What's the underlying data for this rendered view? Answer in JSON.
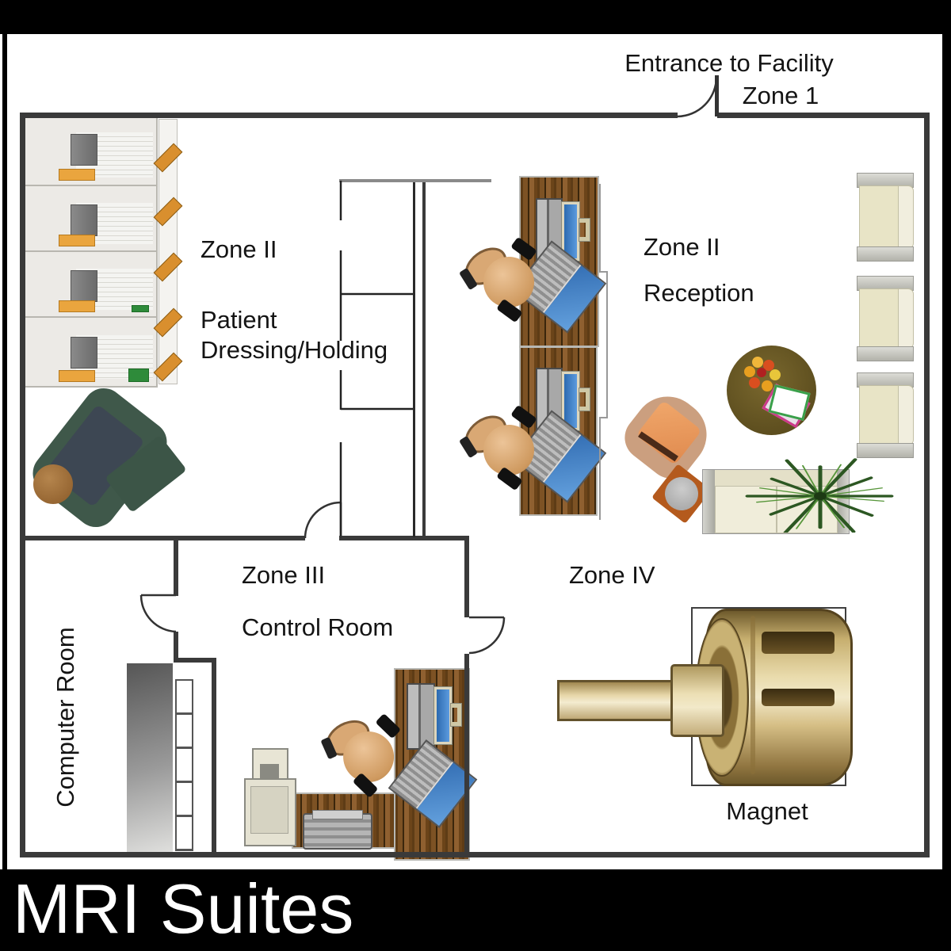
{
  "title_bar": {
    "title": "MRI Suites"
  },
  "entrance": {
    "line1": "Entrance to Facility",
    "line2": "Zone 1"
  },
  "rooms": {
    "dressing": {
      "zone": "Zone II",
      "line1": "Patient",
      "line2": "Dressing/Holding"
    },
    "reception": {
      "zone": "Zone II",
      "name": "Reception"
    },
    "control": {
      "zone": "Zone III",
      "name": "Control Room"
    },
    "zone4": {
      "zone": "Zone IV",
      "equipment_label": "Magnet"
    },
    "computer_room": {
      "name": "Computer Room"
    }
  },
  "colors": {
    "frame_black": "#000000",
    "title_text": "#ffffff",
    "label_text": "#141414",
    "wall": "#3a3a3a",
    "desk_wood": "#7d5224",
    "screen_blue": "#3d7fc9",
    "bench_orange": "#eaa53e",
    "locker_strip_orange": "#d98f2e",
    "chair_cream": "#e8e4c6",
    "sofa_cream": "#f0edda",
    "armchair_tan": "#cb9f7f",
    "cushion_orange": "#e89a5e",
    "green_chair": "#3f584a",
    "side_table_brown": "#a9743f",
    "coffee_table_olive": "#6b5a26",
    "plant_green": "#2c5722",
    "skin_tan": "#d9a874",
    "magnet_gold": "#d6bf86"
  }
}
